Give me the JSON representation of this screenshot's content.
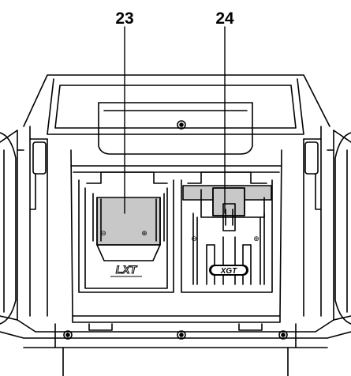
{
  "callouts": [
    {
      "number": "23"
    },
    {
      "number": "24"
    }
  ],
  "slots": [
    {
      "logo": "LXT",
      "minus_symbol": "⊖",
      "plus_symbol": "⊕"
    },
    {
      "logo": "XGT",
      "minus_symbol": "⊖",
      "plus_symbol": "⊕"
    }
  ],
  "colors": {
    "line": "#000000",
    "background": "#ffffff",
    "terminal_plate": "#c8c8c8"
  }
}
